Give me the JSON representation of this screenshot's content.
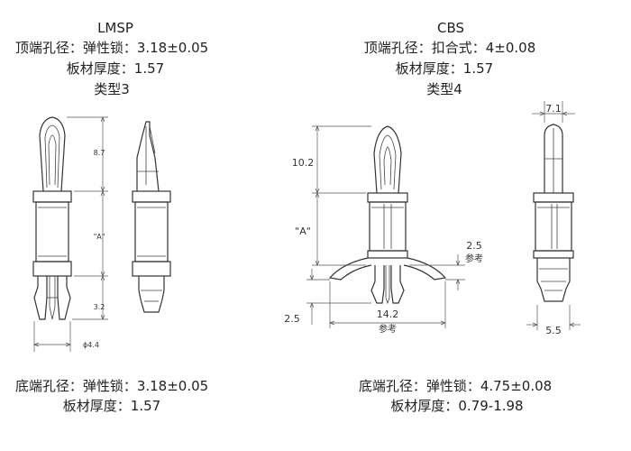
{
  "left": {
    "model": "LMSP",
    "top_spec": "顶端孔径：弹性锁：3.18±0.05",
    "top_thickness": "板材厚度：1.57",
    "type": "类型3",
    "bottom_spec": "底端孔径：弹性锁：3.18±0.05",
    "bottom_thickness": "板材厚度：1.57",
    "dims": {
      "h1": "8.7",
      "a": "\"A\"",
      "h2": "3.2",
      "dia": "ϕ4.4"
    }
  },
  "right": {
    "model": "CBS",
    "top_spec": "顶端孔径：扣合式：4±0.08",
    "top_thickness": "板材厚度：1.57",
    "type": "类型4",
    "bottom_spec": "底端孔径：弹性锁：4.75±0.08",
    "bottom_thickness": "板材厚度：0.79-1.98",
    "dims": {
      "h1": "10.2",
      "a": "\"A\"",
      "ref1": "2.5",
      "ref1_note": "参考",
      "left": "2.5",
      "width": "14.2",
      "width_note": "参考",
      "top": "7.1",
      "bottom": "5.5"
    }
  }
}
